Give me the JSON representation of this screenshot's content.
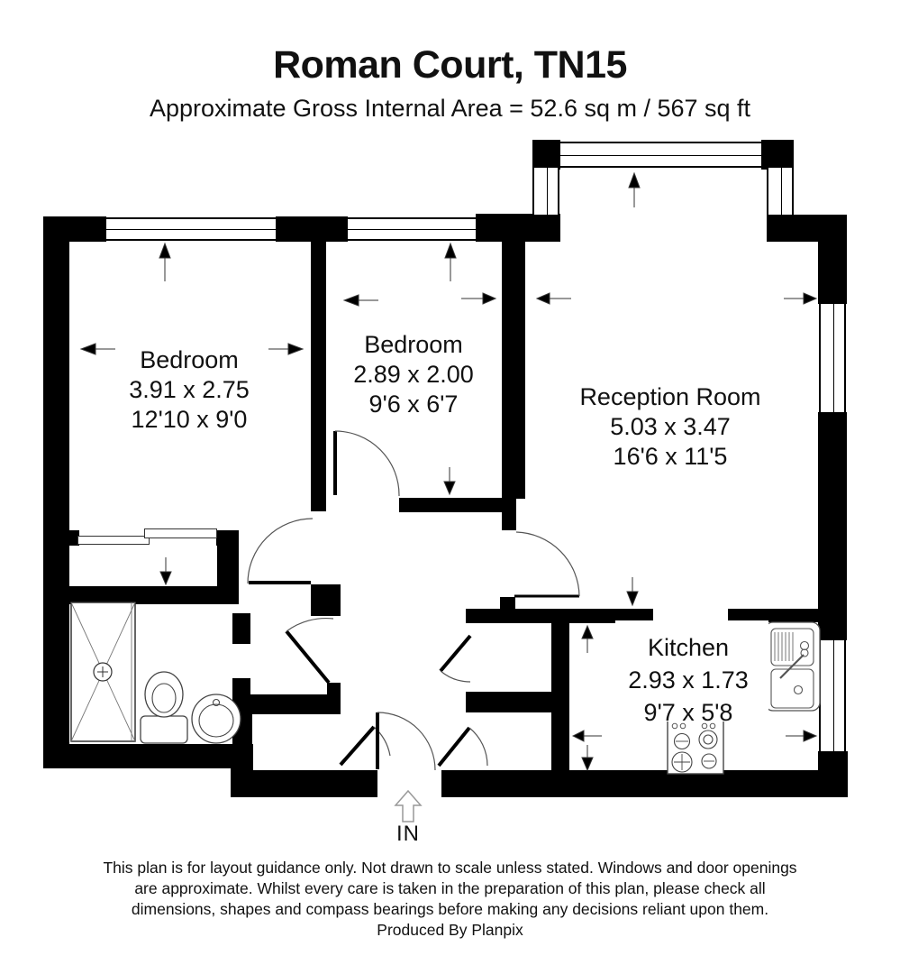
{
  "header": {
    "title": "Roman Court, TN15",
    "subtitle": "Approximate Gross Internal Area = 52.6 sq m / 567 sq ft"
  },
  "rooms": {
    "bedroom1": {
      "name": "Bedroom",
      "dim_m": "3.91 x 2.75",
      "dim_ft": "12'10 x 9'0"
    },
    "bedroom2": {
      "name": "Bedroom",
      "dim_m": "2.89 x 2.00",
      "dim_ft": "9'6 x 6'7"
    },
    "reception": {
      "name": "Reception Room",
      "dim_m": "5.03 x 3.47",
      "dim_ft": "16'6 x 11'5"
    },
    "kitchen": {
      "name": "Kitchen",
      "dim_m": "2.93 x 1.73",
      "dim_ft": "9'7 x 5'8"
    }
  },
  "entrance": {
    "label": "IN"
  },
  "footer": {
    "lines": [
      "This plan is for layout guidance only. Not drawn to scale unless stated. Windows and door openings",
      "are approximate. Whilst every care is taken in the preparation of this plan, please check all",
      "dimensions, shapes and compass bearings before making any decisions reliant upon them.",
      "Produced By Planpix"
    ]
  },
  "colors": {
    "wall": "#000000",
    "text": "#111111",
    "fixture_stroke": "#444444"
  }
}
